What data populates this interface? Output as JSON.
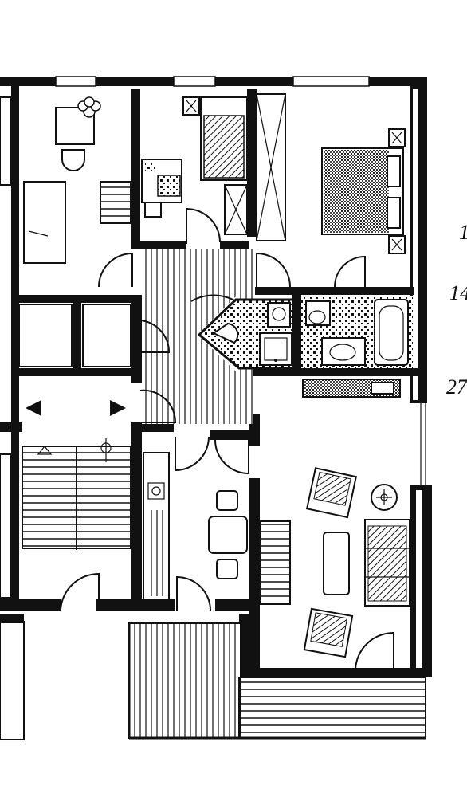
{
  "plan": {
    "margin_labels": [
      {
        "id": "margin-label-1",
        "text": "1"
      },
      {
        "id": "margin-label-2",
        "text": "14"
      },
      {
        "id": "margin-label-3",
        "text": "27"
      }
    ],
    "colors": {
      "ink": "#111111",
      "paper": "#ffffff"
    },
    "icons": [
      "flower-pot-icon",
      "lamp-icon",
      "arrow-left-icon",
      "arrow-right-icon"
    ]
  }
}
